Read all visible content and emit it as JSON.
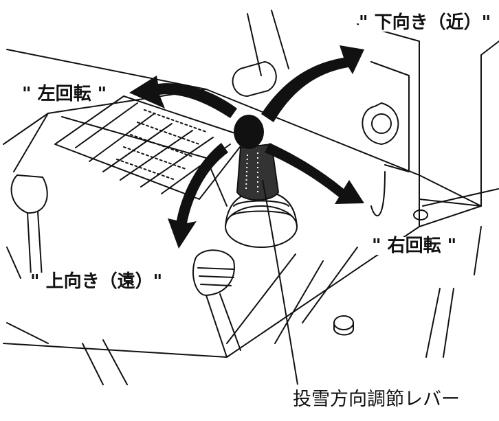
{
  "labels": {
    "down_near": "\" 下向き（近）\"",
    "rotate_left": "\" 左回転 \"",
    "rotate_right": "\" 右回転 \"",
    "up_far": "\" 上向き（遠）\""
  },
  "caption": "投雪方向調節レバー",
  "colors": {
    "ink": "#111111",
    "background": "#ffffff"
  }
}
